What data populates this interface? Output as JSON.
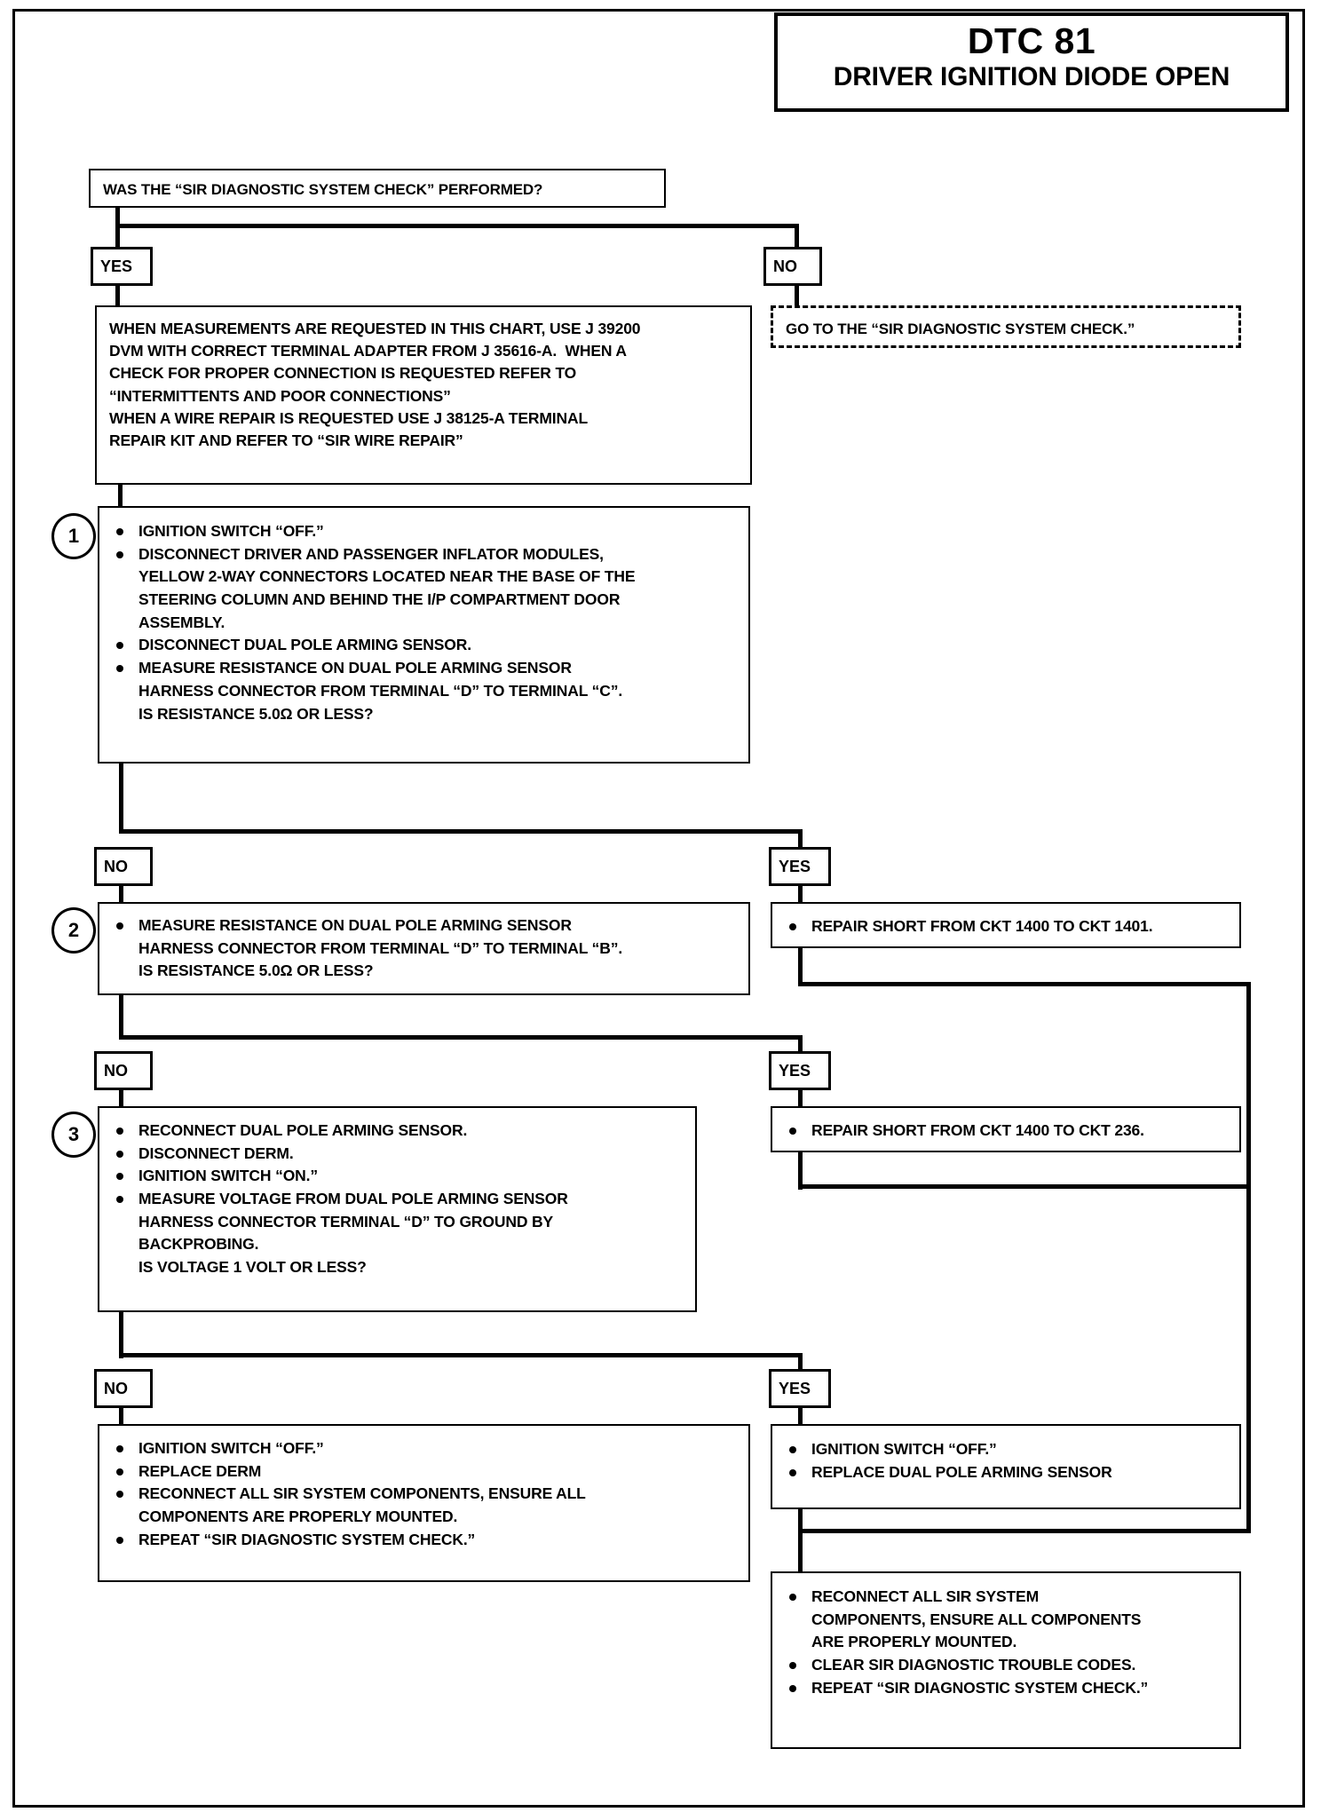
{
  "document": {
    "title_code": "DTC 81",
    "title_name": "DRIVER IGNITION DIODE OPEN"
  },
  "nodes": {
    "entry_question": "WAS THE “SIR DIAGNOSTIC SYSTEM CHECK” PERFORMED?",
    "entry_yes_tag": "YES",
    "entry_no_tag": "NO",
    "entry_no_action": "GO TO THE “SIR DIAGNOSTIC SYSTEM CHECK.”",
    "notice_lines": [
      "WHEN MEASUREMENTS ARE REQUESTED IN THIS CHART, USE J 39200",
      "DVM WITH CORRECT TERMINAL ADAPTER FROM J 35616-A.  WHEN A",
      "CHECK FOR PROPER CONNECTION IS REQUESTED REFER TO",
      "“INTERMITTENTS AND POOR CONNECTIONS”",
      "WHEN A WIRE REPAIR IS REQUESTED USE J 38125-A TERMINAL",
      "REPAIR KIT AND REFER TO “SIR WIRE REPAIR”"
    ],
    "step1": {
      "number": "1",
      "items": [
        {
          "bullet": true,
          "text": "IGNITION SWITCH “OFF.”"
        },
        {
          "bullet": true,
          "text": "DISCONNECT DRIVER AND PASSENGER INFLATOR MODULES,"
        },
        {
          "bullet": false,
          "text": "YELLOW 2-WAY CONNECTORS LOCATED NEAR THE BASE OF THE"
        },
        {
          "bullet": false,
          "text": "STEERING COLUMN AND BEHIND THE I/P COMPARTMENT DOOR"
        },
        {
          "bullet": false,
          "text": "ASSEMBLY."
        },
        {
          "bullet": true,
          "text": "DISCONNECT DUAL POLE ARMING SENSOR."
        },
        {
          "bullet": true,
          "text": "MEASURE RESISTANCE ON DUAL POLE ARMING SENSOR"
        },
        {
          "bullet": false,
          "text": "HARNESS CONNECTOR FROM TERMINAL “D” TO TERMINAL “C”."
        },
        {
          "bullet": false,
          "text": "IS RESISTANCE 5.0Ω OR LESS?"
        }
      ]
    },
    "step1_no_tag": "NO",
    "step1_yes_tag": "YES",
    "step1_yes_action": "REPAIR SHORT FROM CKT 1400 TO CKT 1401.",
    "step2": {
      "number": "2",
      "items": [
        {
          "bullet": true,
          "text": "MEASURE RESISTANCE ON DUAL POLE ARMING SENSOR"
        },
        {
          "bullet": false,
          "text": "HARNESS CONNECTOR FROM TERMINAL “D” TO TERMINAL “B”."
        },
        {
          "bullet": false,
          "text": "IS RESISTANCE 5.0Ω OR LESS?"
        }
      ]
    },
    "step2_no_tag": "NO",
    "step2_yes_tag": "YES",
    "step2_yes_action": "REPAIR SHORT FROM CKT 1400 TO CKT 236.",
    "step3": {
      "number": "3",
      "items": [
        {
          "bullet": true,
          "text": "RECONNECT DUAL POLE ARMING SENSOR."
        },
        {
          "bullet": true,
          "text": "DISCONNECT DERM."
        },
        {
          "bullet": true,
          "text": "IGNITION SWITCH “ON.”"
        },
        {
          "bullet": true,
          "text": "MEASURE VOLTAGE FROM DUAL POLE ARMING SENSOR"
        },
        {
          "bullet": false,
          "text": "HARNESS CONNECTOR TERMINAL “D” TO GROUND BY"
        },
        {
          "bullet": false,
          "text": "BACKPROBING."
        },
        {
          "bullet": false,
          "text": "IS VOLTAGE 1 VOLT OR LESS?"
        }
      ]
    },
    "step3_no_tag": "NO",
    "step3_yes_tag": "YES",
    "final_no": {
      "items": [
        {
          "bullet": true,
          "text": "IGNITION SWITCH “OFF.”"
        },
        {
          "bullet": true,
          "text": "REPLACE DERM"
        },
        {
          "bullet": true,
          "text": "RECONNECT ALL SIR SYSTEM COMPONENTS, ENSURE ALL"
        },
        {
          "bullet": false,
          "text": "COMPONENTS ARE PROPERLY MOUNTED."
        },
        {
          "bullet": true,
          "text": "REPEAT “SIR DIAGNOSTIC SYSTEM CHECK.”"
        }
      ]
    },
    "final_yes": {
      "items": [
        {
          "bullet": true,
          "text": "IGNITION SWITCH “OFF.”"
        },
        {
          "bullet": true,
          "text": "REPLACE DUAL POLE ARMING SENSOR"
        }
      ]
    },
    "final_yes_followup": {
      "items": [
        {
          "bullet": true,
          "text": "RECONNECT ALL SIR SYSTEM"
        },
        {
          "bullet": false,
          "text": "COMPONENTS, ENSURE ALL COMPONENTS"
        },
        {
          "bullet": false,
          "text": "ARE PROPERLY MOUNTED."
        },
        {
          "bullet": true,
          "text": "CLEAR SIR DIAGNOSTIC TROUBLE CODES."
        },
        {
          "bullet": true,
          "text": "REPEAT “SIR DIAGNOSTIC SYSTEM CHECK.”"
        }
      ]
    }
  },
  "colors": {
    "ink": "#000000",
    "paper": "#ffffff"
  }
}
